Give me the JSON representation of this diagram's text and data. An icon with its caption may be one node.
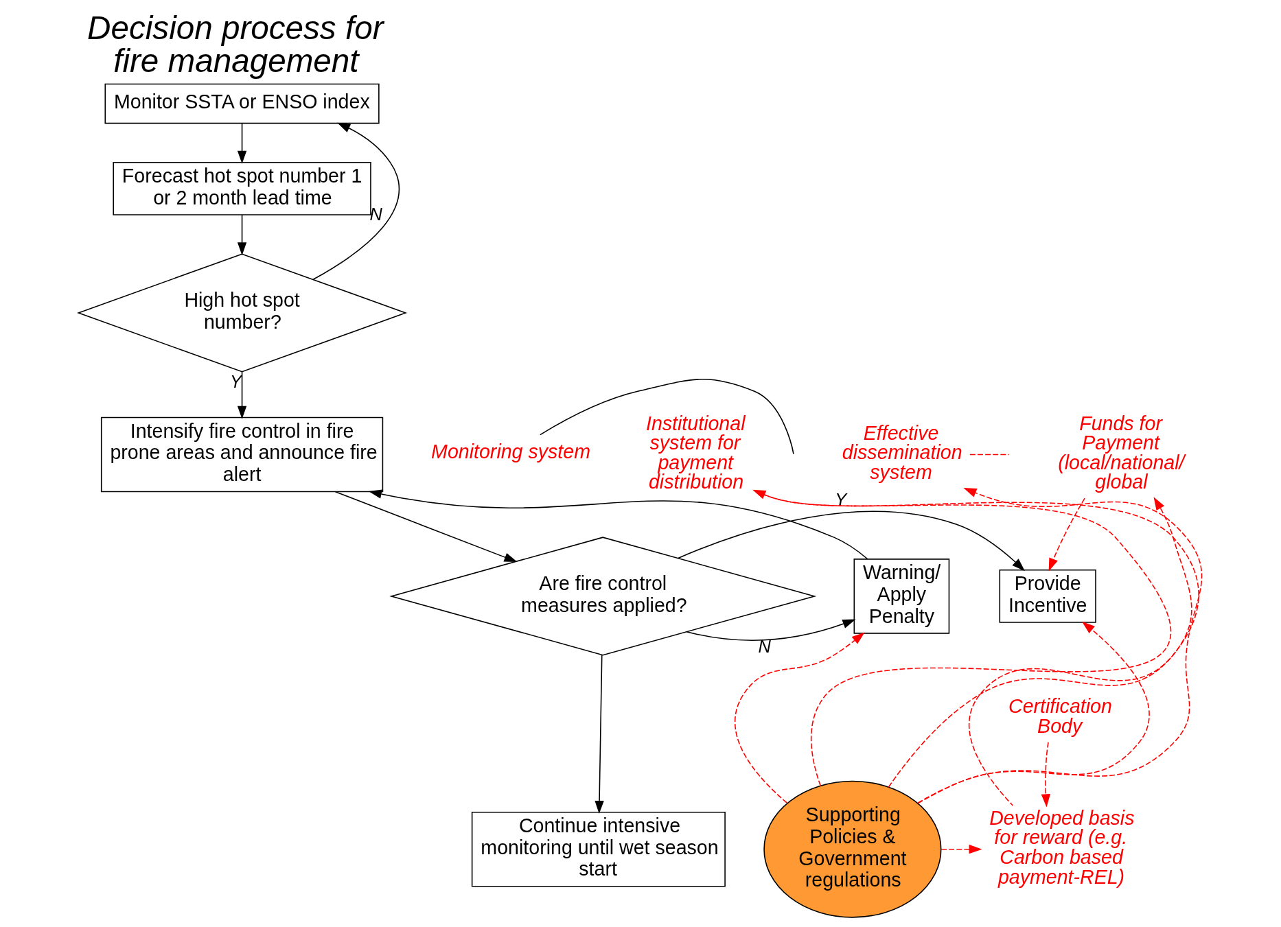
{
  "diagram": {
    "title": "Decision process for fire management",
    "nodes": [
      {
        "text": [
          "Monitor SSTA or ENSO index"
        ]
      },
      {
        "text": [
          "Forecast hot spot number 1 or 2 month lead time"
        ]
      },
      {
        "text": [
          "High hot spot number?"
        ]
      },
      {
        "text": [
          "Intensify fire control in fire prone areas and announce fire alert"
        ]
      },
      {
        "text": [
          "Are fire control measures applied?"
        ]
      },
      {
        "text": [
          "Provide Incentive"
        ]
      },
      {
        "text": [
          "Warning/ Apply Penalty"
        ]
      },
      {
        "text": [
          "Continue intensive monitoring until wet season start"
        ]
      },
      {
        "text": [
          "Supporting Policies & Government regulations"
        ]
      },
      {
        "text": [
          "Funds for Payment (local/national/ global"
        ]
      },
      {
        "text": [
          "Institutional system for payment distribution"
        ]
      },
      {
        "text": [
          "Effective dissemination system"
        ]
      },
      {
        "text": [
          "Monitoring system"
        ]
      },
      {
        "text": [
          "Developed basis for reward (e.g. Carbon based payment-REL)"
        ]
      },
      {
        "text": [
          "Certification Body"
        ]
      }
    ],
    "edges": [
      {
        "from": 0,
        "to": 1,
        "arrow": "to"
      },
      {
        "from": 1,
        "to": 2,
        "arrow": "to"
      },
      {
        "from": 2,
        "to": 0,
        "arrow": "to",
        "label": "N"
      },
      {
        "from": 2,
        "to": 3,
        "arrow": "to",
        "label": "Y"
      },
      {
        "from": 3,
        "to": 4,
        "arrow": "to"
      },
      {
        "from": 4,
        "to": 5,
        "arrow": "to",
        "label": "Y"
      },
      {
        "from": 4,
        "to": 6,
        "arrow": "to",
        "label": "N"
      },
      {
        "from": 6,
        "to": 3,
        "arrow": "to"
      },
      {
        "from": 4,
        "to": 7,
        "arrow": "to"
      },
      {
        "from": 8,
        "to": 9,
        "arrow": "to",
        "style": "dashed",
        "color": "#ff0000"
      },
      {
        "from": 8,
        "to": 10,
        "arrow": "to",
        "style": "dashed",
        "color": "#ff0000"
      },
      {
        "from": 8,
        "to": 5,
        "arrow": "to",
        "style": "dashed",
        "color": "#ff0000"
      },
      {
        "from": 8,
        "to": 6,
        "arrow": "to",
        "style": "dashed",
        "color": "#ff0000"
      },
      {
        "from": 8,
        "to": 11,
        "arrow": "to",
        "style": "dashed",
        "color": "#ff0000"
      },
      {
        "from": 8,
        "to": 13,
        "arrow": "to",
        "style": "dashed",
        "color": "#ff0000"
      },
      {
        "from": 9,
        "to": 5,
        "arrow": "to",
        "style": "dashed",
        "color": "#ff0000"
      },
      {
        "from": 14,
        "to": 13,
        "arrow": "to",
        "style": "dashed",
        "color": "#ff0000"
      },
      {
        "from": 10,
        "to": 13,
        "arrow": "none",
        "style": "dashed",
        "color": "#ff0000"
      },
      {
        "from": 11,
        "to": null,
        "arrow": "none",
        "style": "dashed",
        "color": "#ff0000"
      },
      {
        "from": 12,
        "to": null,
        "arrow": "none"
      }
    ]
  }
}
